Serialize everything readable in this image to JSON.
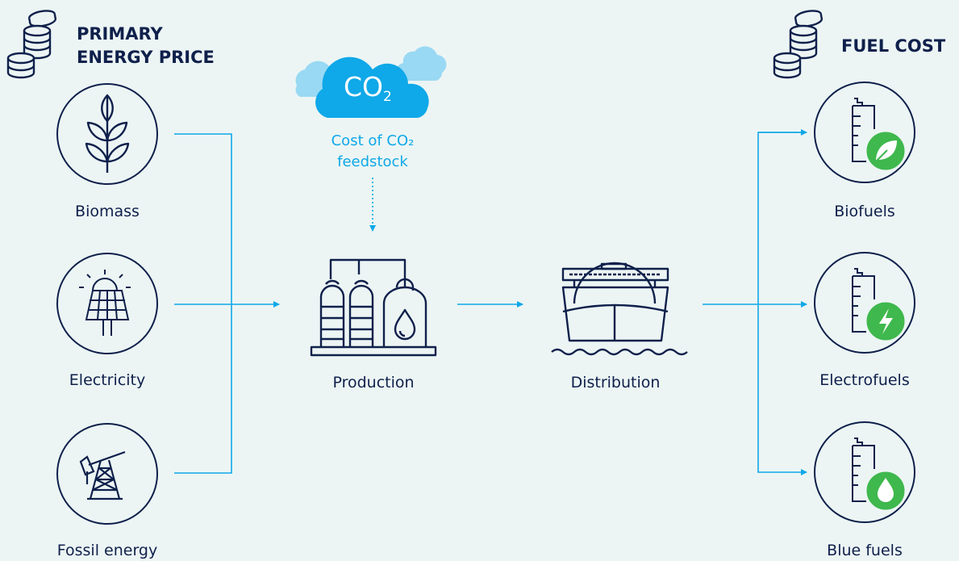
{
  "headers": {
    "primary_line1": "PRIMARY",
    "primary_line2": "ENERGY PRICE",
    "fuel_cost": "FUEL COST"
  },
  "co2": {
    "cloud_text": "CO",
    "cloud_sub": "2",
    "note_line1": "Cost of CO₂",
    "note_line2": "feedstock"
  },
  "sources": {
    "biomass": "Biomass",
    "electricity": "Electricity",
    "fossil": "Fossil energy"
  },
  "process": {
    "production": "Production",
    "distribution": "Distribution"
  },
  "fuels": {
    "biofuels": "Biofuels",
    "electrofuels": "Electrofuels",
    "blue": "Blue fuels"
  },
  "colors": {
    "background": "#ecf5f4",
    "navy": "#0f204b",
    "accent_blue": "#0fa8e8",
    "green": "#3fb84d",
    "cloud_light": "#99d9f4"
  }
}
